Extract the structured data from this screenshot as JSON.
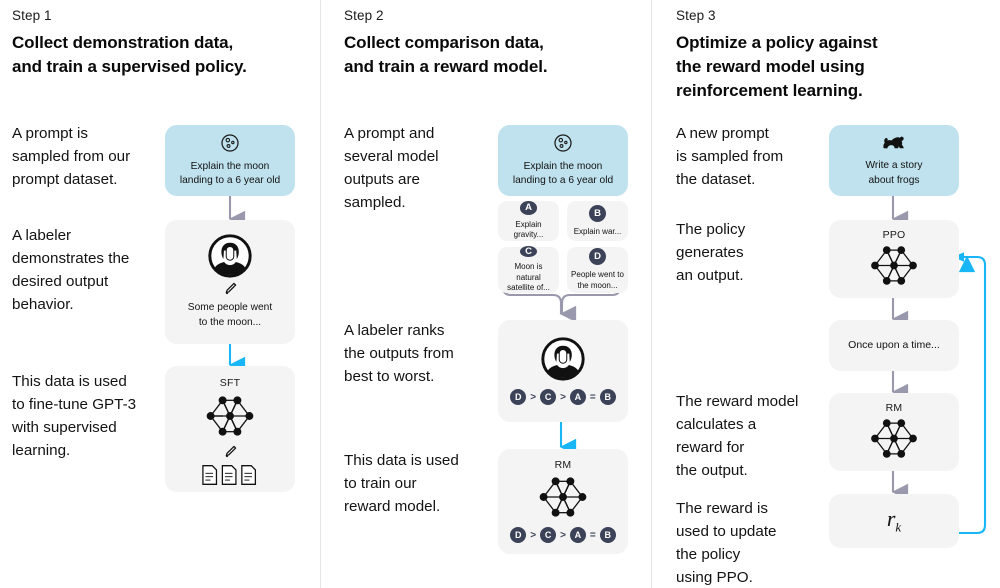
{
  "colors": {
    "prompt_card_blue": "#bfe2ee",
    "card_gray": "#f4f4f4",
    "arrow_gray": "#9a98ad",
    "arrow_blue": "#18b6f6",
    "badge_navy": "#3c4257",
    "divider": "#e6e6e6",
    "text": "#0d0d0d"
  },
  "steps": [
    {
      "label": "Step 1",
      "title": "Collect demonstration data,\nand train a supervised policy.",
      "paragraphs": [
        "A prompt is\nsampled from our\nprompt dataset.",
        "A labeler\ndemonstrates the\ndesired output\nbehavior.",
        "This data is used\nto fine-tune GPT-3\nwith supervised\nlearning."
      ],
      "cards": [
        {
          "kind": "prompt",
          "icon": "moon-icon",
          "text": "Explain the moon\nlanding to a 6 year old"
        },
        {
          "kind": "labeler",
          "icon": "labeler-person-icon",
          "sub_icon": "pencil-icon",
          "text": "Some people went\nto the moon..."
        },
        {
          "kind": "model",
          "title": "SFT",
          "icon": "neural-network-icon",
          "sub_icon": "pencil-icon",
          "extra_icon": "documents-icon"
        }
      ]
    },
    {
      "label": "Step 2",
      "title": "Collect comparison data,\nand train a reward model.",
      "paragraphs": [
        "A prompt and\nseveral model\noutputs are\nsampled.",
        "A labeler ranks\nthe outputs from\nbest to worst.",
        "This data is used\nto train our\nreward model."
      ],
      "cards": [
        {
          "kind": "prompt",
          "icon": "moon-icon",
          "text": "Explain the moon\nlanding to a 6 year old"
        },
        {
          "kind": "labeler",
          "icon": "labeler-person-icon",
          "ranking": [
            "D",
            ">",
            "C",
            ">",
            "A",
            "=",
            "B"
          ]
        },
        {
          "kind": "model",
          "title": "RM",
          "icon": "neural-network-icon",
          "ranking": [
            "D",
            ">",
            "C",
            ">",
            "A",
            "=",
            "B"
          ]
        }
      ],
      "outputs": [
        {
          "badge": "A",
          "text": "Explain gravity..."
        },
        {
          "badge": "B",
          "text": "Explain war..."
        },
        {
          "badge": "C",
          "text": "Moon is natural\nsatellite of..."
        },
        {
          "badge": "D",
          "text": "People went to\nthe moon..."
        }
      ]
    },
    {
      "label": "Step 3",
      "title": "Optimize a policy against\nthe reward model using\nreinforcement learning.",
      "paragraphs": [
        "A new prompt\nis sampled from\nthe dataset.",
        "The policy\ngenerates\nan output.",
        "The reward model\ncalculates a\nreward for\nthe output.",
        "The reward is\nused to update\nthe policy\nusing PPO."
      ],
      "cards": [
        {
          "kind": "prompt",
          "icon": "frog-icon",
          "text": "Write a story\nabout frogs"
        },
        {
          "kind": "model",
          "title": "PPO",
          "icon": "neural-network-icon"
        },
        {
          "kind": "output",
          "text": "Once upon a time..."
        },
        {
          "kind": "model",
          "title": "RM",
          "icon": "neural-network-icon"
        },
        {
          "kind": "reward",
          "symbol": "r",
          "subscript": "k"
        }
      ]
    }
  ]
}
